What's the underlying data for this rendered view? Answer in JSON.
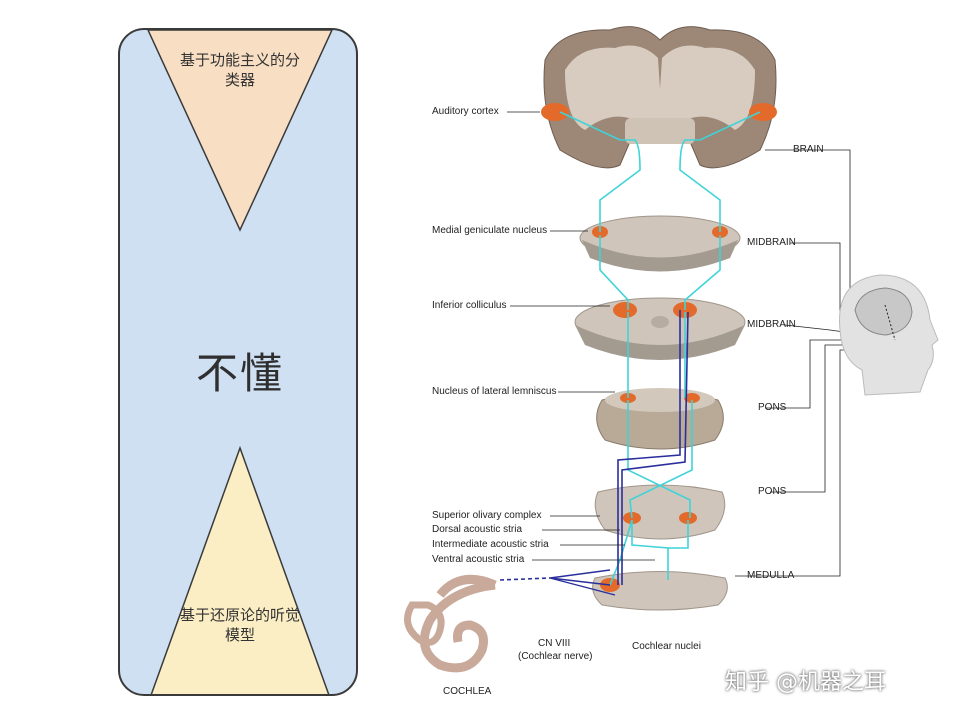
{
  "left_panel": {
    "top_label": "基于功能主义的分类器",
    "bottom_label": "基于还原论的听觉模型",
    "center_label": "不懂",
    "colors": {
      "panel_bg": "#cfe0f2",
      "top_triangle": "#f8dfc4",
      "bottom_triangle": "#fbeec4"
    }
  },
  "diagram": {
    "left_labels": {
      "auditory_cortex": "Auditory cortex",
      "medial_geniculate": "Medial geniculate nucleus",
      "inferior_colliculus": "Inferior colliculus",
      "lateral_lemniscus": "Nucleus of lateral lemniscus",
      "superior_olivary": "Superior olivary complex",
      "dorsal_stria": "Dorsal acoustic stria",
      "intermediate_stria": "Intermediate acoustic stria",
      "ventral_stria": "Ventral acoustic stria"
    },
    "right_labels": {
      "brain": "BRAIN",
      "midbrain_1": "MIDBRAIN",
      "midbrain_2": "MIDBRAIN",
      "pons_1": "PONS",
      "pons_2": "PONS",
      "medulla": "MEDULLA"
    },
    "bottom_labels": {
      "cn_viii": "CN VIII",
      "cochlear_nerve": "(Cochlear nerve)",
      "cochlear_nuclei": "Cochlear nuclei",
      "cochlea": "COCHLEA"
    }
  },
  "watermark": "知乎 @机器之耳"
}
